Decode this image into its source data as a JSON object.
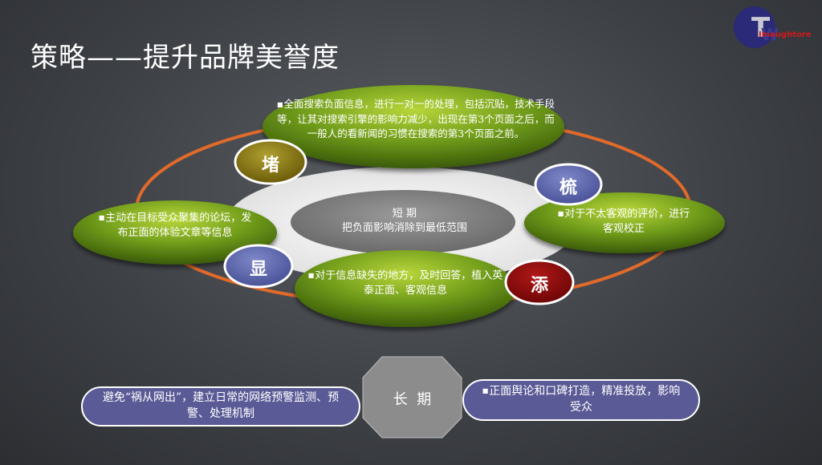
{
  "title": "策略——提升品牌美誉度",
  "logo": {
    "text": "Imaughtore"
  },
  "center": {
    "line1": "短 期",
    "line2": "把负面影响消除到最低范围"
  },
  "nodes": {
    "top": {
      "bullet": "■",
      "text": "全面搜索负面信息，进行一对一的处理，包括沉贴，技术手段等，让其对搜索引擎的影响力减少，出现在第3个页面之后，而一般人的看新闻的习惯在搜索的第3个页面之前。"
    },
    "left": {
      "bullet": "■",
      "text": "主动在目标受众聚集的论坛，发布正面的体验文章等信息"
    },
    "right": {
      "bullet": "■",
      "text": "对于不太客观的评价，进行客观校正"
    },
    "bottom": {
      "bullet": "■",
      "text": "对于信息缺失的地方，及时回答，植入英泰正面、客观信息"
    }
  },
  "circles": {
    "du": "堵",
    "shu": "梳",
    "xian": "显",
    "tian": "添"
  },
  "long_term": {
    "label": "长  期",
    "left": "避免“祸从网出”，建立日常的网络预警监测、预警、处理机制",
    "right_bullet": "■",
    "right": "正面舆论和口碑打造，精准投放，影响受众"
  },
  "colors": {
    "orange": "#e06a2a",
    "green_dark": "#4a6a10",
    "green_light": "#a8c832",
    "olive": "#8a7a10",
    "blue_circle": "#5a63a8",
    "red_circle": "#8a0c0c",
    "purple_box": "#5a5a96"
  }
}
